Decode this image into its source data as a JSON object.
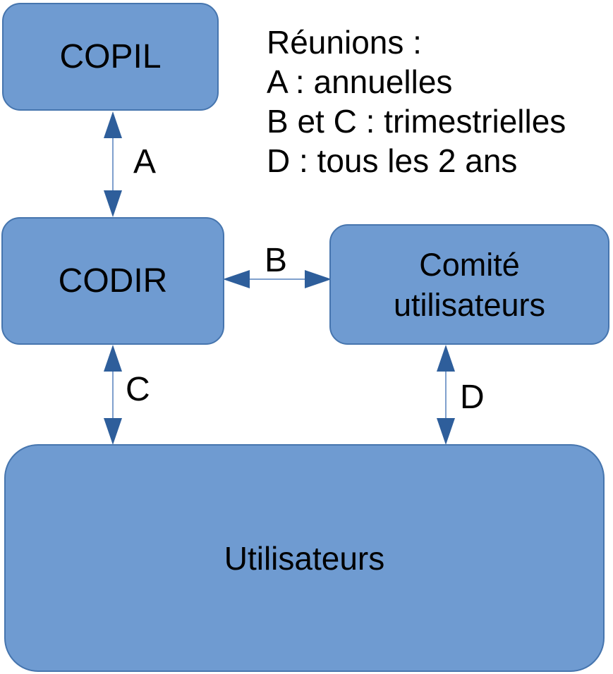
{
  "colors": {
    "background": "#ffffff",
    "node_fill": "#6f9bd1",
    "node_border": "#4675ae",
    "arrow_shaft": "#7fa0cd",
    "arrow_head": "#2e5e9b",
    "text": "#000000"
  },
  "nodes": [
    {
      "id": "copil",
      "label": "COPIL"
    },
    {
      "id": "codir",
      "label": "CODIR"
    },
    {
      "id": "comite-utilisateurs",
      "label": "Comité\nutilisateurs"
    },
    {
      "id": "utilisateurs",
      "label": "Utilisateurs"
    }
  ],
  "arrows": [
    {
      "id": "A",
      "label": "A",
      "between": "COPIL - CODIR"
    },
    {
      "id": "B",
      "label": "B",
      "between": "CODIR - Comité utilisateurs"
    },
    {
      "id": "C",
      "label": "C",
      "between": "CODIR - Utilisateurs"
    },
    {
      "id": "D",
      "label": "D",
      "between": "Comité utilisateurs - Utilisateurs"
    }
  ],
  "legend": {
    "lines": [
      "Réunions :",
      "A : annuelles",
      "B et C : trimestrielles",
      "D : tous les 2 ans"
    ]
  }
}
